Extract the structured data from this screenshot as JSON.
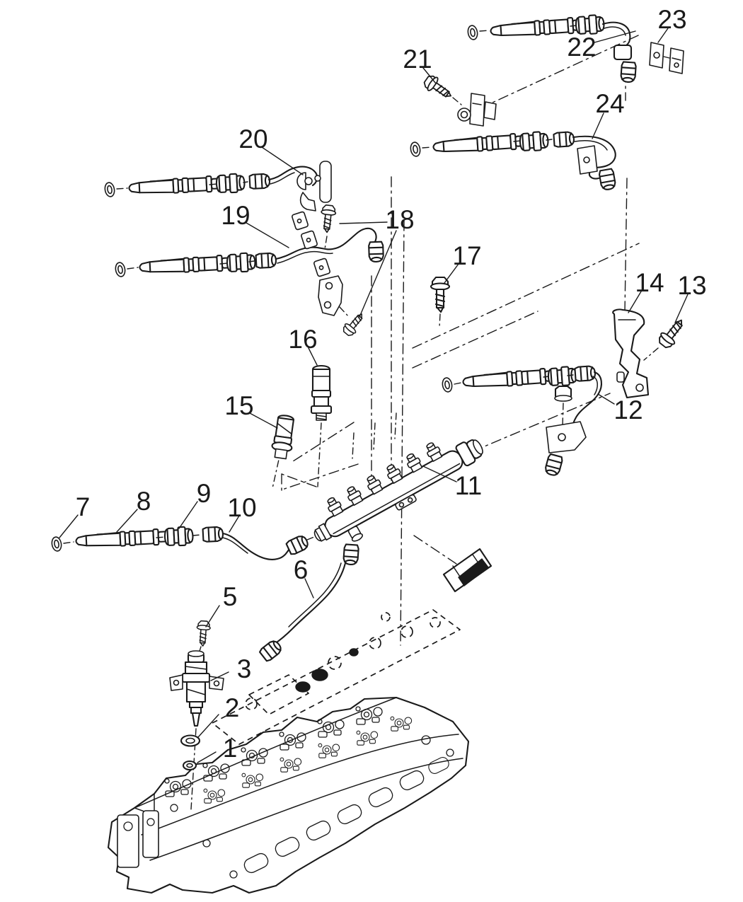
{
  "diagram": {
    "type": "exploded-parts-diagram",
    "subject": "fuel injection plumbing and cylinder head",
    "palette": {
      "ink": "#1a1a1a",
      "background": "#ffffff"
    },
    "callouts": [
      {
        "label": "1"
      },
      {
        "label": "2"
      },
      {
        "label": "3"
      },
      {
        "label": "5"
      },
      {
        "label": "6"
      },
      {
        "label": "7"
      },
      {
        "label": "8"
      },
      {
        "label": "9"
      },
      {
        "label": "10"
      },
      {
        "label": "11"
      },
      {
        "label": "12"
      },
      {
        "label": "13"
      },
      {
        "label": "14"
      },
      {
        "label": "15"
      },
      {
        "label": "16"
      },
      {
        "label": "17"
      },
      {
        "label": "18"
      },
      {
        "label": "19"
      },
      {
        "label": "20"
      },
      {
        "label": "21"
      },
      {
        "label": "22"
      },
      {
        "label": "23"
      },
      {
        "label": "24"
      }
    ]
  }
}
